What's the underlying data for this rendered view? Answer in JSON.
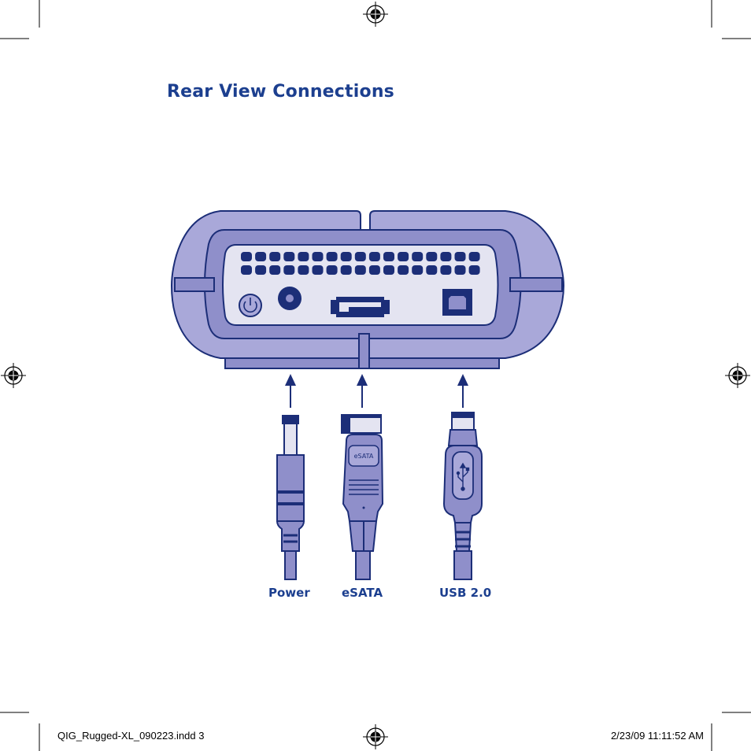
{
  "page": {
    "title": "Rear View Connections"
  },
  "connectors": [
    {
      "id": "power",
      "label": "Power"
    },
    {
      "id": "esata",
      "label": "eSATA",
      "plug_text": "eSATA"
    },
    {
      "id": "usb",
      "label": "USB 2.0"
    }
  ],
  "slug": {
    "file": "QIG_Rugged-XL_090223.indd   3",
    "timestamp": "2/23/09   11:11:52 AM"
  },
  "colors": {
    "navy": "#1c2e78",
    "purple": "#8f8fca",
    "lavender_light": "#a9a8d9",
    "panel": "#e4e4f1",
    "title": "#1c3f8f"
  }
}
